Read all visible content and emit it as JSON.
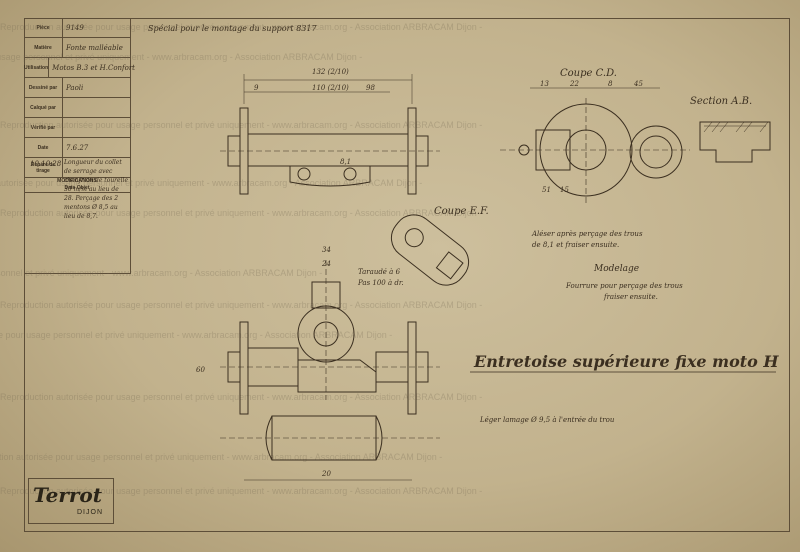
{
  "title_block": {
    "rows": [
      {
        "key": "Pièce",
        "value": "9149"
      },
      {
        "key": "Matière",
        "value": "Fonte malléable"
      },
      {
        "key": "Utilisation",
        "value": "Motos B.3 et H.Confort"
      },
      {
        "key": "Dessiné par",
        "value": "Paoli"
      },
      {
        "key": "Calqué par",
        "value": ""
      },
      {
        "key": "Vérifié par",
        "value": ""
      },
      {
        "key": "Date",
        "value": "7.6.27"
      },
      {
        "key": "Repère de tirage",
        "value": ""
      }
    ],
    "modifications_label": "MODIFICATIONS",
    "modifications_sub": "Date    Objet",
    "modification_date": "10.10.28",
    "modification_text": "Longueur du collet de serrage avec chanfrein de tourelle 30 m/m au lieu de 28. Perçage des 2 mentons Ø 8,5 au lieu de 8,7."
  },
  "header_note": "Spécial pour le montage du support 8317",
  "main_title": "Entretoise supérieure fixe moto H",
  "views": {
    "coupe_cd": "Coupe C.D.",
    "section_ab": "Section A.B.",
    "coupe_ef": "Coupe E.F."
  },
  "notes": {
    "aleser": "Aléser après perçage des trous",
    "aleser2": "de 8,1 et fraiser ensuite.",
    "modelage": "Modelage",
    "fourrure": "Fourrure pour perçage des trous",
    "fourrure2": "fraiser ensuite.",
    "taraudage": "Taraudé à 6",
    "taraudage2": "Pas 100 à dr.",
    "lamage": "Léger lamage Ø 9,5 à l'entrée du trou"
  },
  "dimensions": [
    "132 (2/10)",
    "110 (2/10)",
    "9",
    "98",
    "22",
    "8",
    "13",
    "45",
    "34",
    "24",
    "20",
    "15",
    "51",
    "8,1",
    "60"
  ],
  "watermark": "Reproduction autorisée pour usage personnel et privé uniquement - www.arbracam.org - Association ARBRACAM Dijon -",
  "logo": {
    "brand": "Terrot",
    "city": "DIJON"
  },
  "colors": {
    "paper": "#c7b894",
    "ink": "#3b2f20",
    "line": "#5d4e38"
  }
}
